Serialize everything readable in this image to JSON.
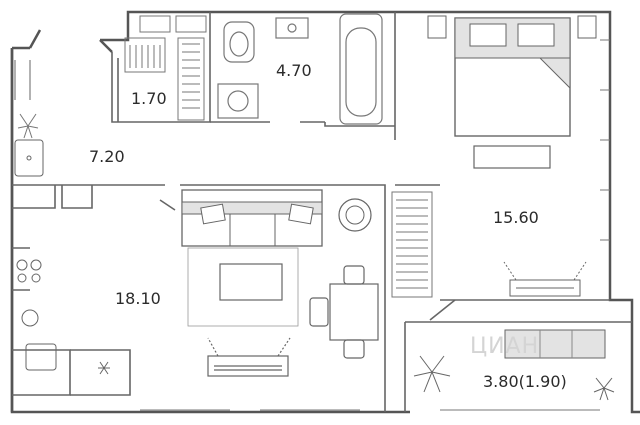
{
  "rooms": {
    "storage": "1.70",
    "bathroom": "4.70",
    "hall": "7.20",
    "bedroom": "15.60",
    "living_kitchen": "18.10",
    "balcony": "3.80(1.90)"
  },
  "watermark": "ЦИАН",
  "colors": {
    "wall": "#555555",
    "line": "#6b6b6b",
    "fill": "#e6e6e6",
    "text": "#2b2b2b"
  }
}
